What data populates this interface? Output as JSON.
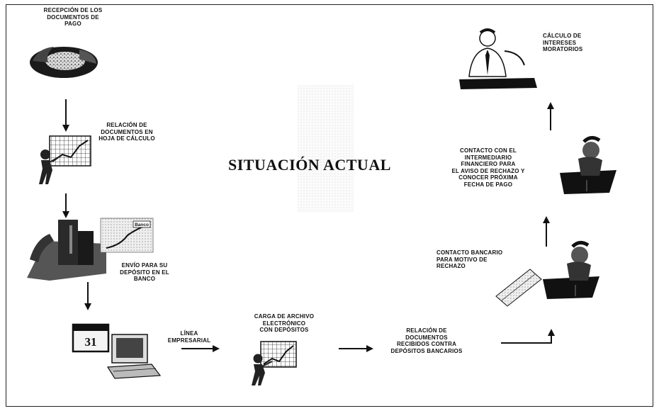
{
  "title": "SITUACIÓN ACTUAL",
  "steps": {
    "recepcion": "RECEPCIÓN DE LOS\nDOCUMENTOS DE\nPAGO",
    "relacion_hoja": "RELACIÓN DE\nDOCUMENTOS EN\nHOJA DE CÁLCULO",
    "envio_banco": "ENVÍO PARA SU\nDEPÓSITO EN EL\nBANCO",
    "linea_empresarial": "LÍNEA\nEMPRESARIAL",
    "carga_archivo": "CARGA DE ARCHIVO\nELECTRÓNICO\nCON DEPÓSITOS",
    "relacion_recibidos": "RELACIÓN DE\nDOCUMENTOS\nRECIBIDOS CONTRA\nDEPÓSITOS BANCARIOS",
    "contacto_bancario": "CONTACTO BANCARIO\nPARA MOTIVO DE\nRECHAZO",
    "contacto_intermediario": "CONTACTO CON EL\nINTERMEDIARIO\nFINANCIERO PARA\nEL AVISO DE RECHAZO Y\nCONOCER PRÓXIMA\nFECHA DE PAGO",
    "calculo_intereses": "CÁLCULO DE\nINTERESES\nMORATORIOS"
  },
  "clipart": {
    "bank_sign": "Banco",
    "calendar_number": "31"
  },
  "icons": [
    "money-pile-icon",
    "spreadsheet-presenter-icon",
    "bank-building-icon",
    "bank-map-icon",
    "calendar-icon",
    "computer-icon",
    "phone-desk-man-icon",
    "banknotes-icon",
    "man-reading-icon"
  ]
}
